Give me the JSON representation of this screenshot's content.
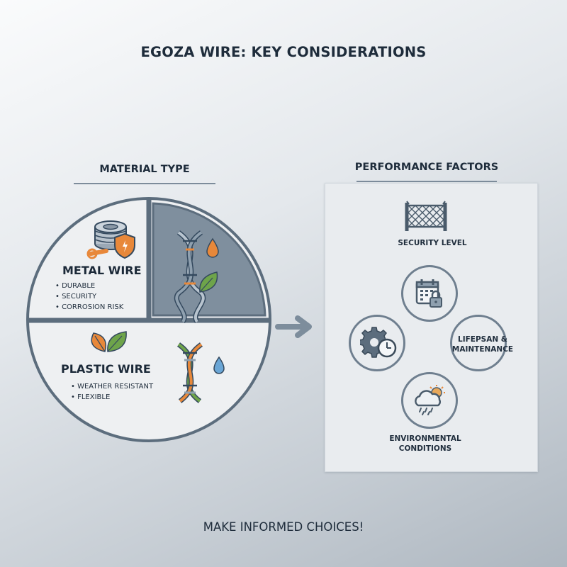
{
  "title": "EGOZA WIRE: KEY CONSIDERATIONS",
  "material": {
    "section_title": "MATERIAL TYPE",
    "metal": {
      "title": "METAL WIRE",
      "bullets": [
        "DURABLE",
        "SECURITY",
        "CORROSION RISK"
      ]
    },
    "plastic": {
      "title": "PLASTIC WIRE",
      "bullets": [
        "WEATHER RESISTANT",
        "FLEXIBLE"
      ]
    }
  },
  "performance": {
    "section_title": "PERFORMANCE FACTORS",
    "security_label": "SECURITY LEVEL",
    "lifespan_label_1": "LIFEPSAN &",
    "lifespan_label_2": "MAINTENANCE",
    "environment_label_1": "ENVIRONMENTAL",
    "environment_label_2": "CONDITIONS"
  },
  "footer": "MAKE INFORMED CHOICES!",
  "colors": {
    "slate_dark": "#5c6d7d",
    "quadrant_dark": "#7f8f9e",
    "orange": "#e8883a",
    "green": "#6ea44a",
    "blue_drop": "#6aa6d6",
    "panel": "#e9ecef"
  },
  "icons": [
    "wire-coil-icon",
    "wrench-icon",
    "shield-icon",
    "dna-icon",
    "leaf-icon",
    "water-drop-icon",
    "fence-icon",
    "calendar-icon",
    "lock-icon",
    "gear-icon",
    "clock-icon",
    "weather-cloud-icon",
    "arrow-right-icon"
  ]
}
